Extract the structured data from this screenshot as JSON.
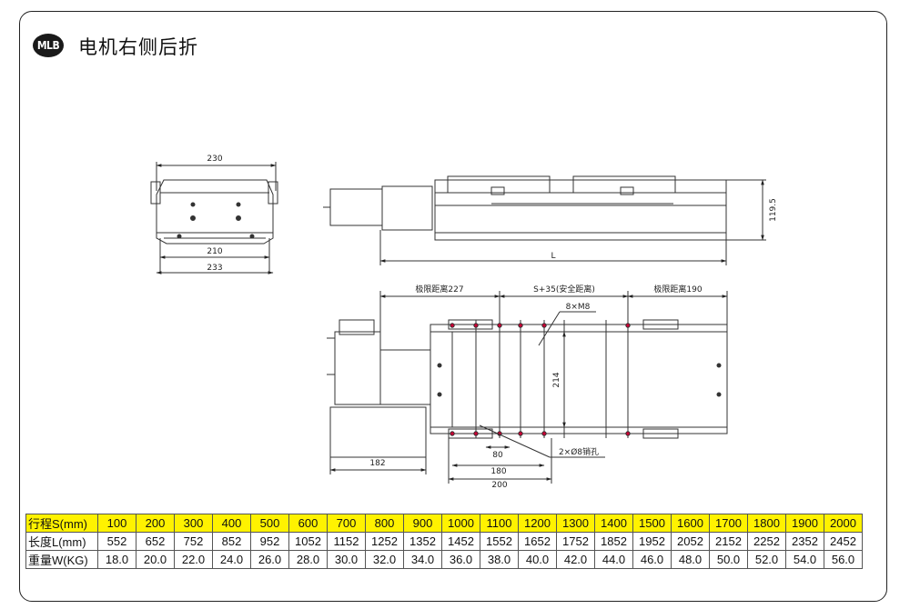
{
  "header": {
    "badge": "MLB",
    "title": "电机右侧后折"
  },
  "dimensions": {
    "front_width_top": "230",
    "front_width_mid": "210",
    "front_width_bottom": "233",
    "side_length": "L",
    "side_height": "119.5",
    "limit_left": "极限距离227",
    "safe_distance": "S+35(安全距离)",
    "limit_right": "极限距离190",
    "screw_holes": "8×M8",
    "plan_width": "214",
    "motor_len": "182",
    "pitch_80": "80",
    "pitch_180": "180",
    "pitch_200": "200",
    "pin_holes": "2×Ø8销孔"
  },
  "spec_table": {
    "rows": [
      {
        "header": "行程S(mm)",
        "values": [
          "100",
          "200",
          "300",
          "400",
          "500",
          "600",
          "700",
          "800",
          "900",
          "1000",
          "1100",
          "1200",
          "1300",
          "1400",
          "1500",
          "1600",
          "1700",
          "1800",
          "1900",
          "2000"
        ]
      },
      {
        "header": "长度L(mm)",
        "values": [
          "552",
          "652",
          "752",
          "852",
          "952",
          "1052",
          "1152",
          "1252",
          "1352",
          "1452",
          "1552",
          "1652",
          "1752",
          "1852",
          "1952",
          "2052",
          "2152",
          "2252",
          "2352",
          "2452"
        ]
      },
      {
        "header": "重量W(KG)",
        "values": [
          "18.0",
          "20.0",
          "22.0",
          "24.0",
          "26.0",
          "28.0",
          "30.0",
          "32.0",
          "34.0",
          "36.0",
          "38.0",
          "40.0",
          "42.0",
          "44.0",
          "46.0",
          "48.0",
          "50.0",
          "52.0",
          "54.0",
          "56.0"
        ]
      }
    ]
  }
}
